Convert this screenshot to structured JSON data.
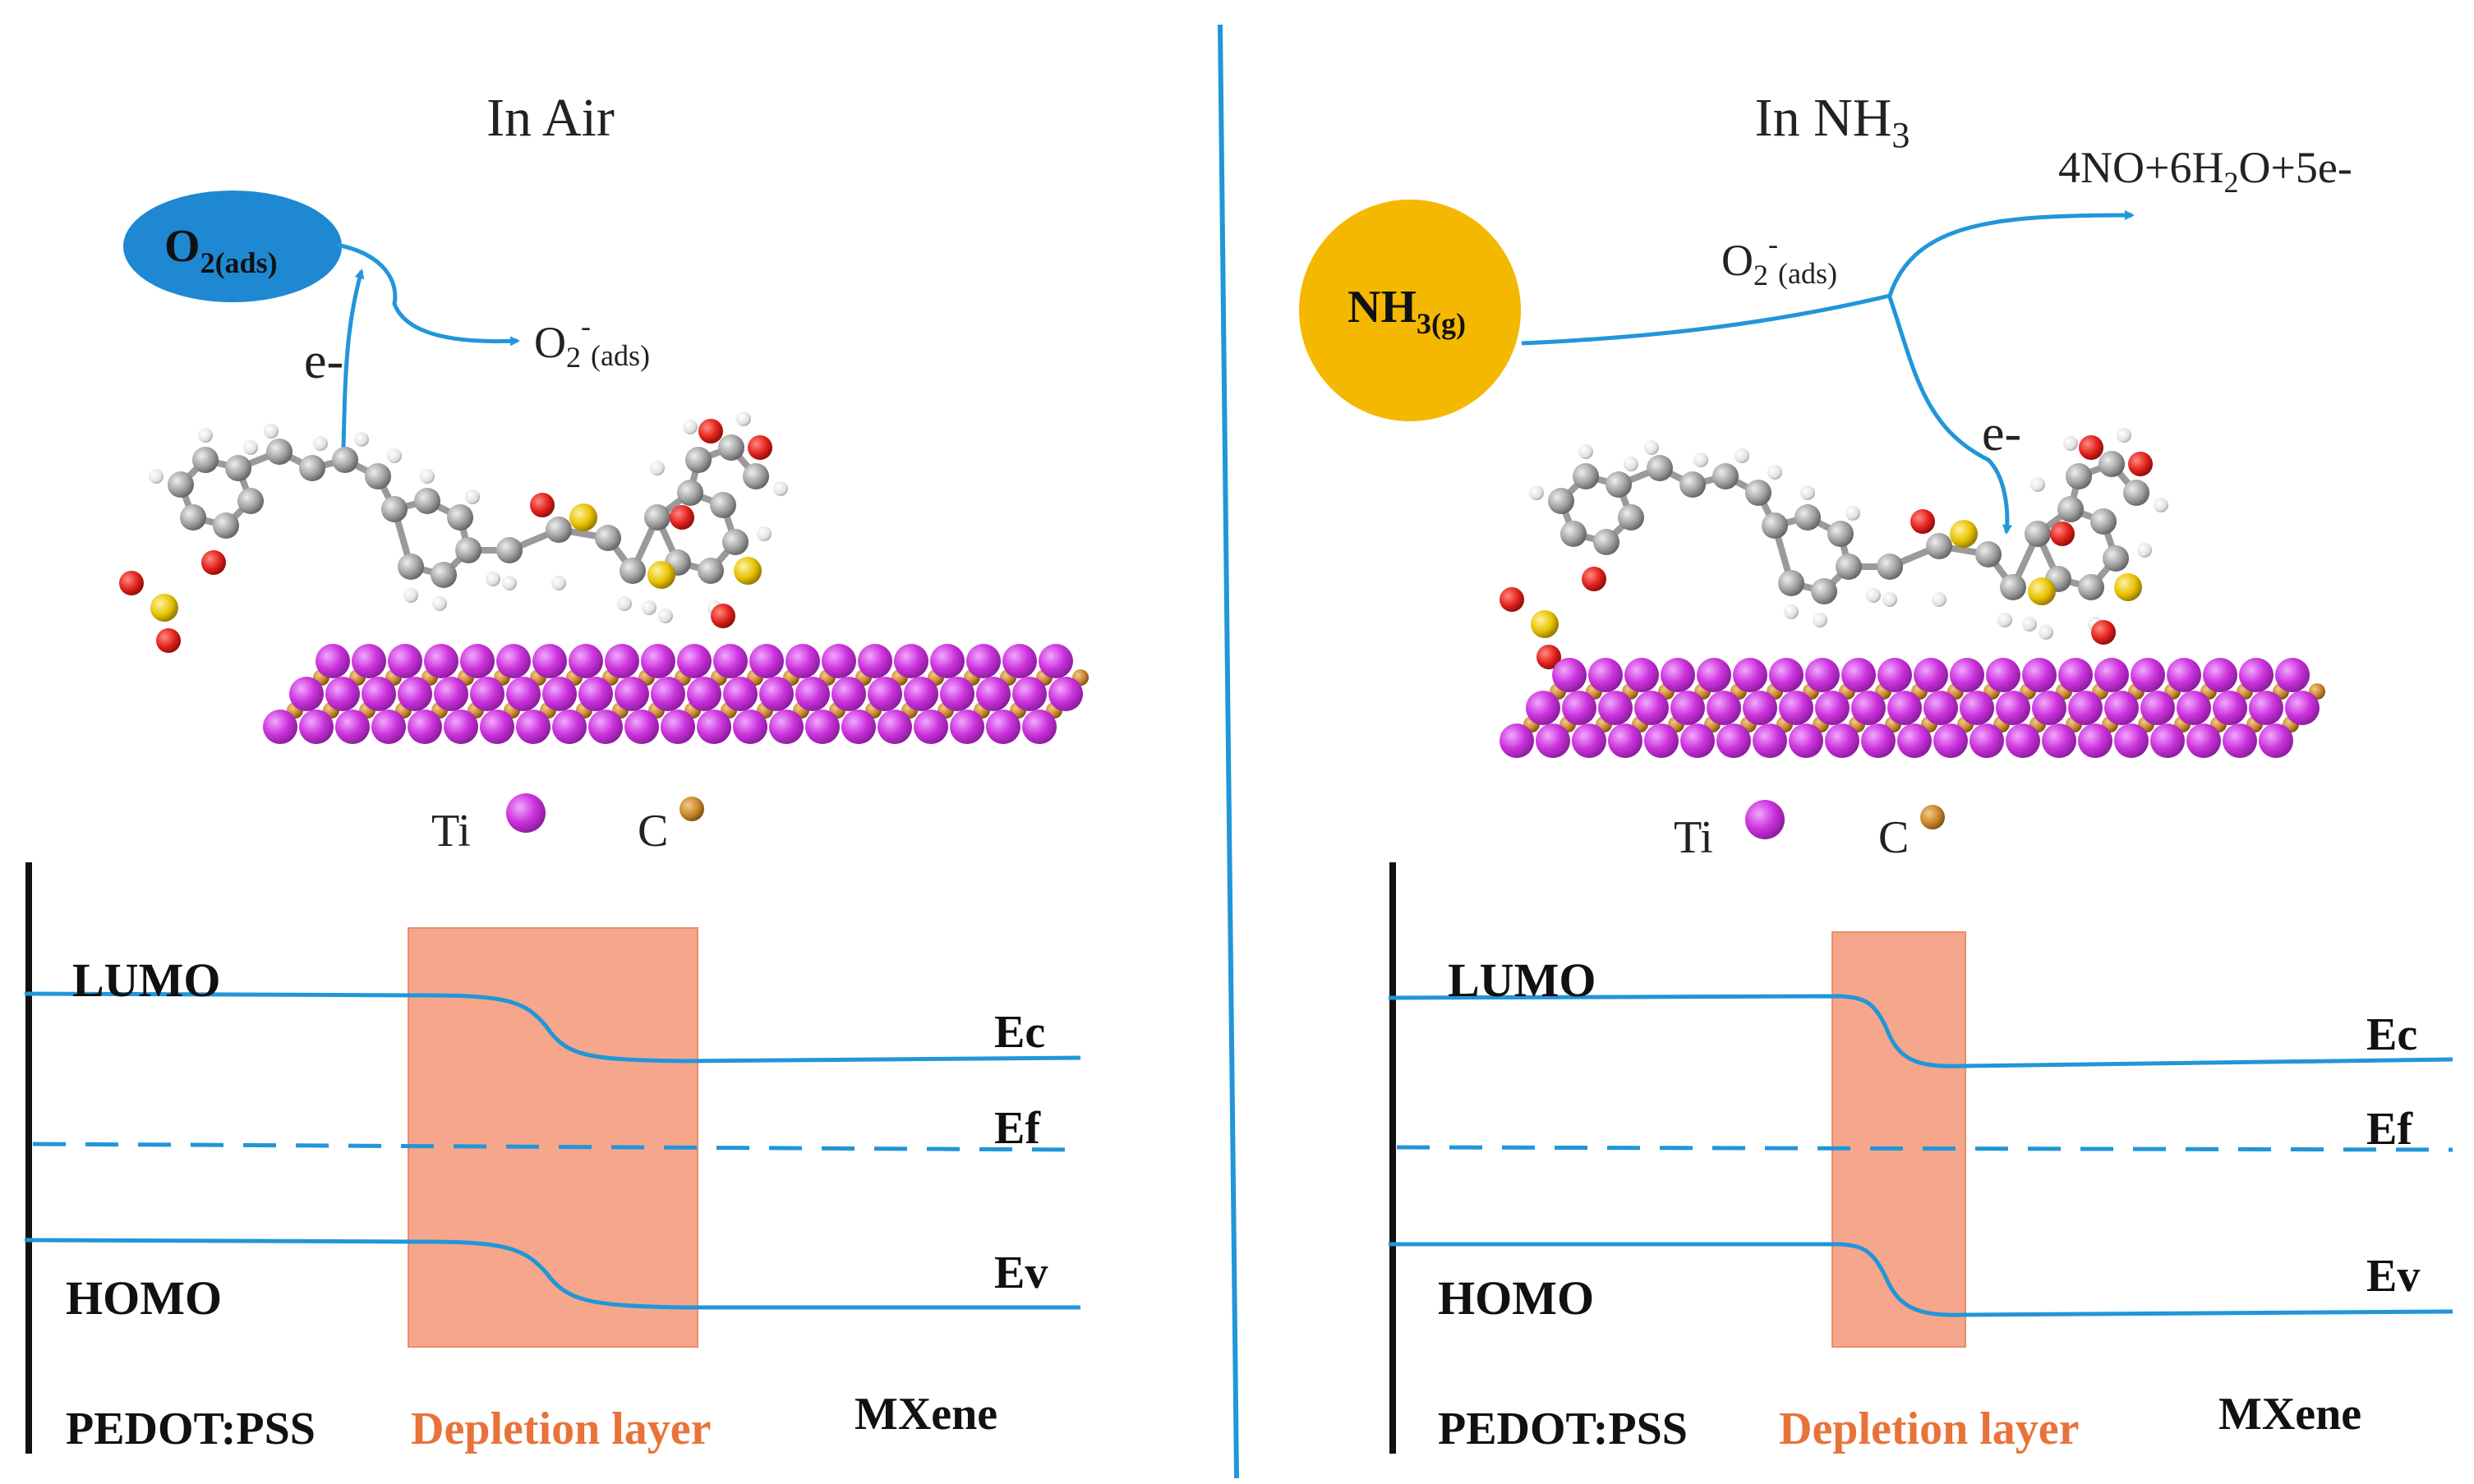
{
  "panels": [
    {
      "id": "air",
      "title_main": "In Air",
      "title_sub": "",
      "molecule_main": "O",
      "molecule_sub": "2(ads)",
      "product_main": "O",
      "product_sub": "2",
      "product_sup": "-",
      "product_tail": "(ads)",
      "electron_label": "e-",
      "legend_ti": "Ti",
      "legend_c": "C",
      "lumo": "LUMO",
      "homo": "HOMO",
      "ec": "Ec",
      "ef": "Ef",
      "ev": "Ev",
      "left_material": "PEDOT:PSS",
      "depletion": "Depletion layer",
      "right_material": "MXene",
      "depletion_width_fraction": 0.27
    },
    {
      "id": "nh3",
      "title_main": "In NH",
      "title_sub": "3",
      "molecule_main": "NH",
      "molecule_sub": "3(g)",
      "product_main": "O",
      "product_sub": "2",
      "product_sup": "-",
      "product_tail": "(ads)",
      "reaction_text_a": "4NO+6H",
      "reaction_sub": "2",
      "reaction_text_b": "O+5e-",
      "electron_label": "e-",
      "legend_ti": "Ti",
      "legend_c": "C",
      "lumo": "LUMO",
      "homo": "HOMO",
      "ec": "Ec",
      "ef": "Ef",
      "ev": "Ev",
      "left_material": "PEDOT:PSS",
      "depletion": "Depletion layer",
      "right_material": "MXene",
      "depletion_width_fraction": 0.13
    }
  ],
  "colors": {
    "line_blue": "#2196d9",
    "o2_fill": "#1e88d2",
    "nh3_fill": "#f5b800",
    "depletion_fill": "#f6a68a",
    "depletion_text": "#e8733a",
    "ti_atom": "#cc33dd",
    "c_atom": "#c8862b",
    "carbon_gray": "#9a9a9a",
    "oxygen_red": "#e0201b",
    "sulfur_yellow": "#e6c100",
    "hydrogen": "#e8e8e8"
  }
}
